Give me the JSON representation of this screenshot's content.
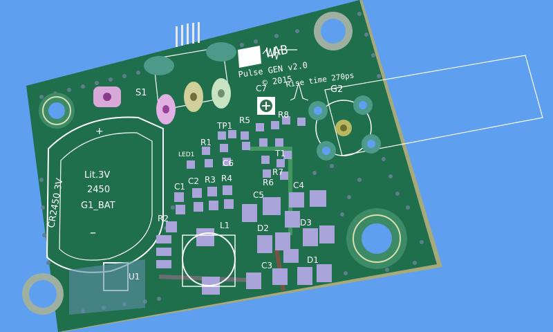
{
  "board": {
    "brand_left": "RF",
    "brand_right": "LAB",
    "product": "Pulse GEN v2.0",
    "copyright": "© 2015",
    "spec": "Rise time 270ps"
  },
  "battery": {
    "line1": "Lit.3V",
    "line2": "2450",
    "line3": "G1_BAT",
    "side": "CR2450 3V",
    "plus": "+",
    "minus": "–"
  },
  "refdes": {
    "S1": "S1",
    "G2": "G2",
    "C7": "C7",
    "R8": "R8",
    "R5": "R5",
    "TP1": "TP1",
    "R1": "R1",
    "LED1": "LED1",
    "C6": "C6",
    "T1": "T1",
    "R7": "R7",
    "R6": "R6",
    "C1": "C1",
    "C2": "C2",
    "R3": "R3",
    "R4": "R4",
    "C4": "C4",
    "C5": "C5",
    "R2": "R2",
    "L1": "L1",
    "D2": "D2",
    "D3": "D3",
    "C3": "C3",
    "D1": "D1",
    "U1": "U1"
  },
  "colors": {
    "background": "#5f9ff0",
    "board": "#1f6e4c",
    "copper_pad": "#a9a4d9",
    "silkscreen": "#ffffff",
    "via": "#c7a24a"
  }
}
